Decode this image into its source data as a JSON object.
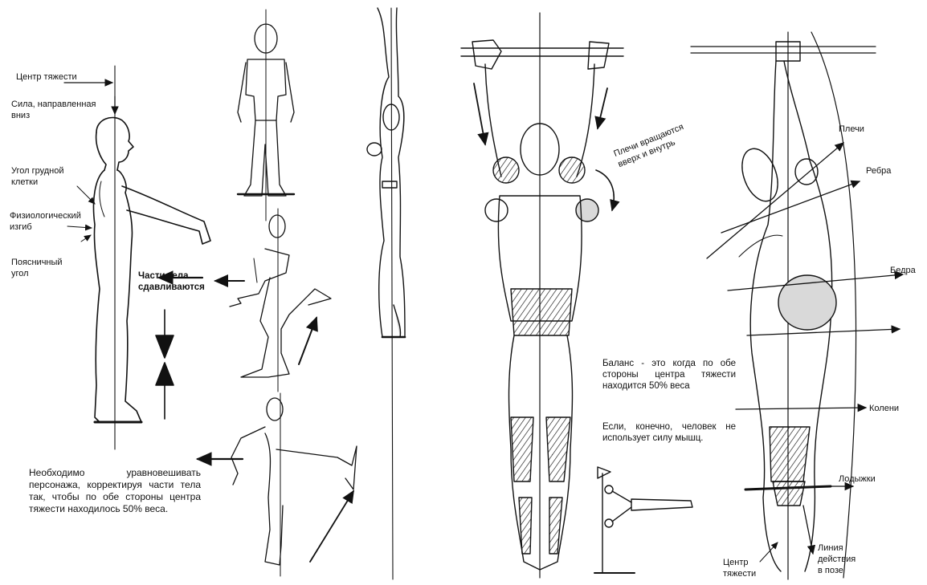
{
  "left_panel": {
    "label_center_of_gravity": "Центр тяжести",
    "label_force_down_line1": "Сила, направленная",
    "label_force_down_line2": "вниз",
    "label_chest_angle_line1": "Угол грудной",
    "label_chest_angle_line2": "клетки",
    "label_physio_curve_line1": "Физиологический",
    "label_physio_curve_line2": "изгиб",
    "label_lumbar_angle_line1": "Поясничный",
    "label_lumbar_angle_line2": "угол",
    "label_compress_line1": "Части тела",
    "label_compress_line2": "сдавливаются",
    "paragraph_balance": "Необходимо уравновешивать персонажа, корректируя части тела так, чтобы по обе стороны центра тяжести находилось 50% веса."
  },
  "right_panel": {
    "label_shoulders_rotate_line1": "Плечи вращаются",
    "label_shoulders_rotate_line2": "вверх и внутрь",
    "paragraph_balance_def": "Баланс - это когда по обе стороны центра тяжести находится 50% веса",
    "paragraph_muscles": "Если, конечно, человек не использует силу мышц.",
    "label_shoulders": "Плечи",
    "label_ribs": "Ребра",
    "label_hips": "Бедра",
    "label_knees": "Колени",
    "label_ankles": "Лодыжки",
    "label_center_line1": "Центр",
    "label_center_line2": "тяжести",
    "label_action_line1": "Линия",
    "label_action_line2": "действия",
    "label_action_line3": "в позе"
  },
  "colors": {
    "ink": "#111111",
    "shade": "#d9d9d9",
    "paper": "#ffffff"
  }
}
